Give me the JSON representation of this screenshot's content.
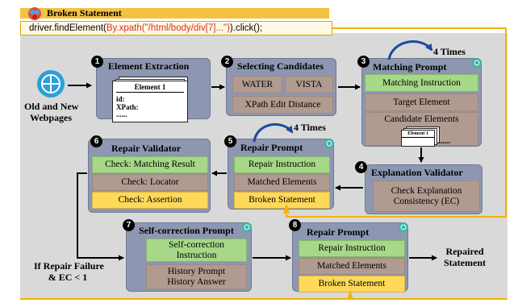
{
  "header": {
    "title": "Broken Statement"
  },
  "broken_code": {
    "prefix": "driver.findElement(",
    "locator": "By.xpath(\"/html/body/div[7]...\")",
    "suffix": ").click();"
  },
  "input": {
    "line1": "Old and New",
    "line2": "Webpages"
  },
  "steps": {
    "s1": {
      "num": "1",
      "title": "Element Extraction",
      "doc_title": "Element 1",
      "doc_line1": "id:",
      "doc_line2": "XPath:",
      "doc_line3": "......"
    },
    "s2": {
      "num": "2",
      "title": "Selecting Candidates",
      "chip1": "WATER",
      "chip2": "VISTA",
      "chip3": "XPath Edit Distance"
    },
    "s3": {
      "num": "3",
      "title": "Matching Prompt",
      "times": "4 Times",
      "row1": "Matching Instruction",
      "row2": "Target Element",
      "row3": "Candidate Elements",
      "doc_title": "Element 1",
      "doc_more": "......"
    },
    "s4": {
      "num": "4",
      "title": "Explanation Validator",
      "row1_line1": "Check Explanation",
      "row1_line2": "Consistency (EC)"
    },
    "s5": {
      "num": "5",
      "title": "Repair Prompt",
      "times": "4 Times",
      "row1": "Repair Instruction",
      "row2": "Matched Elements",
      "row3": "Broken Statement"
    },
    "s6": {
      "num": "6",
      "title": "Repair Validator",
      "row1": "Check: Matching Result",
      "row2": "Check: Locator",
      "row3": "Check: Assertion"
    },
    "s7": {
      "num": "7",
      "title": "Self-correction Prompt",
      "row1_line1": "Self-correction",
      "row1_line2": "Instruction",
      "row2_line1": "History Prompt",
      "row2_line2": "History Answer"
    },
    "s8": {
      "num": "8",
      "title": "Repair Prompt",
      "row1": "Repair Instruction",
      "row2": "Matched Elements",
      "row3": "Broken Statement"
    }
  },
  "condition": {
    "line1": "If Repair Failure",
    "line2": "& EC < 1"
  },
  "output": {
    "line1": "Repaired",
    "line2": "Statement"
  },
  "colors": {
    "panel": "#8d97b1",
    "green": "#a6d887",
    "brown": "#b19a8f",
    "yellow": "#ffd95a",
    "orange": "#f3c242"
  }
}
